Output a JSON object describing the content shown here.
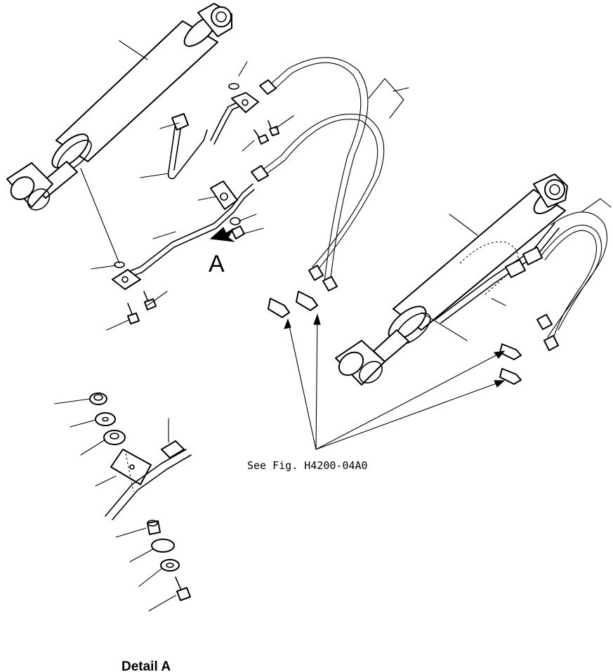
{
  "view_marker": "A",
  "reference_note": "See Fig. H4200-04A0",
  "detail_caption": "Detail A"
}
